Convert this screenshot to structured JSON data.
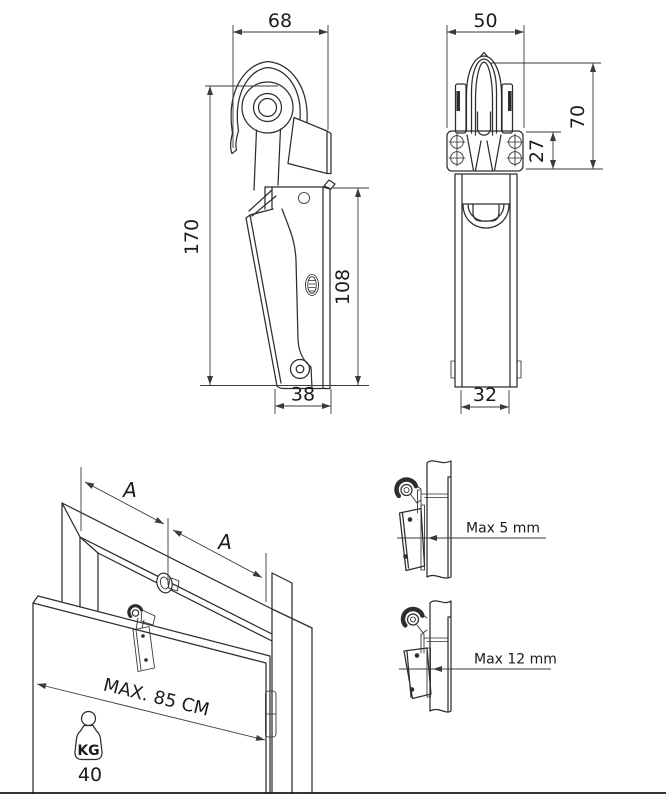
{
  "drawing": {
    "side_view": {
      "top_width": "68",
      "overall_height": "170",
      "body_height": "108",
      "bottom_width": "38"
    },
    "front_view": {
      "top_width": "50",
      "overall_height": "70",
      "plate_height": "27",
      "bottom_width": "32"
    },
    "installation": {
      "spacing_label_1": "A",
      "spacing_label_2": "A",
      "max_door_width": "MAX. 85 CM",
      "weight_unit": "KG",
      "weight_value": "40"
    },
    "details": {
      "top_gap_label": "Max 5 mm",
      "bottom_gap_label": "Max 12 mm"
    }
  },
  "colors": {
    "background": "#ffffff",
    "line_color": "#2d2d2d",
    "dimension_color": "#3a3a3a",
    "text_color": "#1b1b1b"
  }
}
